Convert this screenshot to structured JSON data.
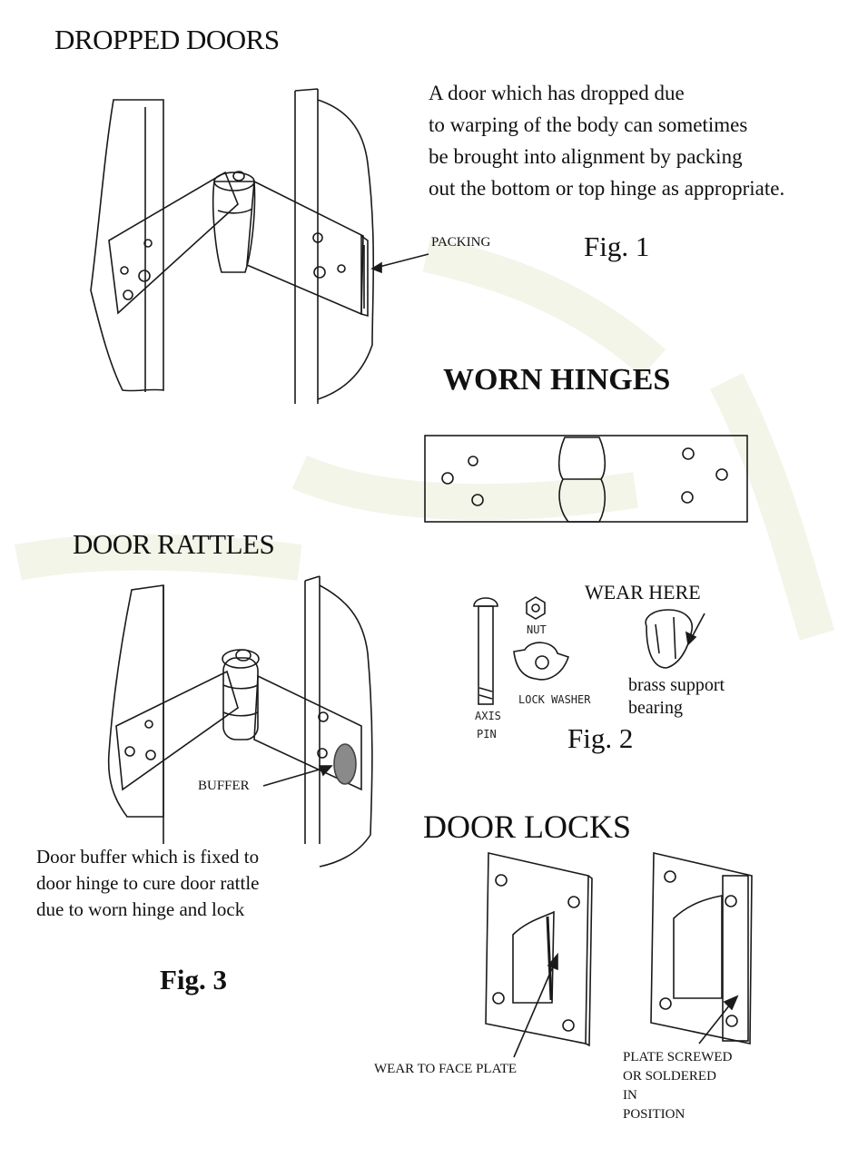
{
  "sections": {
    "dropped_doors": {
      "heading": "DROPPED DOORS",
      "text_lines": [
        "A door which has dropped due",
        "to warping of the body can sometimes",
        "be brought into alignment by packing",
        "out the bottom or top hinge as appropriate."
      ],
      "packing_label": "PACKING",
      "figure_label": "Fig. 1"
    },
    "worn_hinges": {
      "heading": "WORN HINGES",
      "wear_here_label": "WEAR HERE",
      "nut_label": "NUT",
      "lock_washer_label": "LOCK WASHER",
      "axis_pin_label_1": "AXIS",
      "axis_pin_label_2": "PIN",
      "bearing_line_1": "brass support",
      "bearing_line_2": "bearing",
      "figure_label": "Fig. 2"
    },
    "door_rattles": {
      "heading": "DOOR RATTLES",
      "buffer_label": "BUFFER",
      "text_lines": [
        "Door buffer which is fixed to",
        "door hinge to cure door rattle",
        "due to worn hinge and lock"
      ],
      "figure_label": "Fig. 3"
    },
    "door_locks": {
      "heading": "DOOR LOCKS",
      "wear_label": "WEAR TO FACE PLATE",
      "plate_lines": [
        "PLATE SCREWED",
        "OR SOLDERED",
        "IN",
        "POSITION"
      ]
    }
  },
  "colors": {
    "background": "#ffffff",
    "ink": "#111111",
    "watermark": "#f2f5e8",
    "buffer_fill": "#8a8a8a"
  }
}
